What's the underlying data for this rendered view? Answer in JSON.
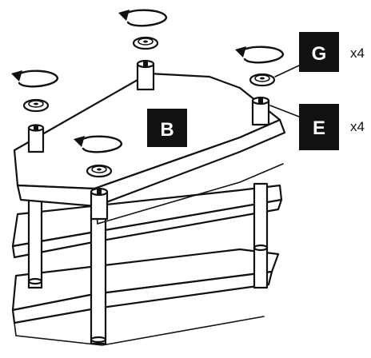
{
  "labels": {
    "b": "B",
    "g": "G",
    "e": "E"
  },
  "quantities": {
    "g": "x4",
    "e": "x4"
  },
  "icons": [
    "rotate-arrow-icon"
  ],
  "colors": {
    "line": "#111111",
    "background": "#ffffff",
    "label_fill": "#111111",
    "label_text": "#ffffff"
  }
}
